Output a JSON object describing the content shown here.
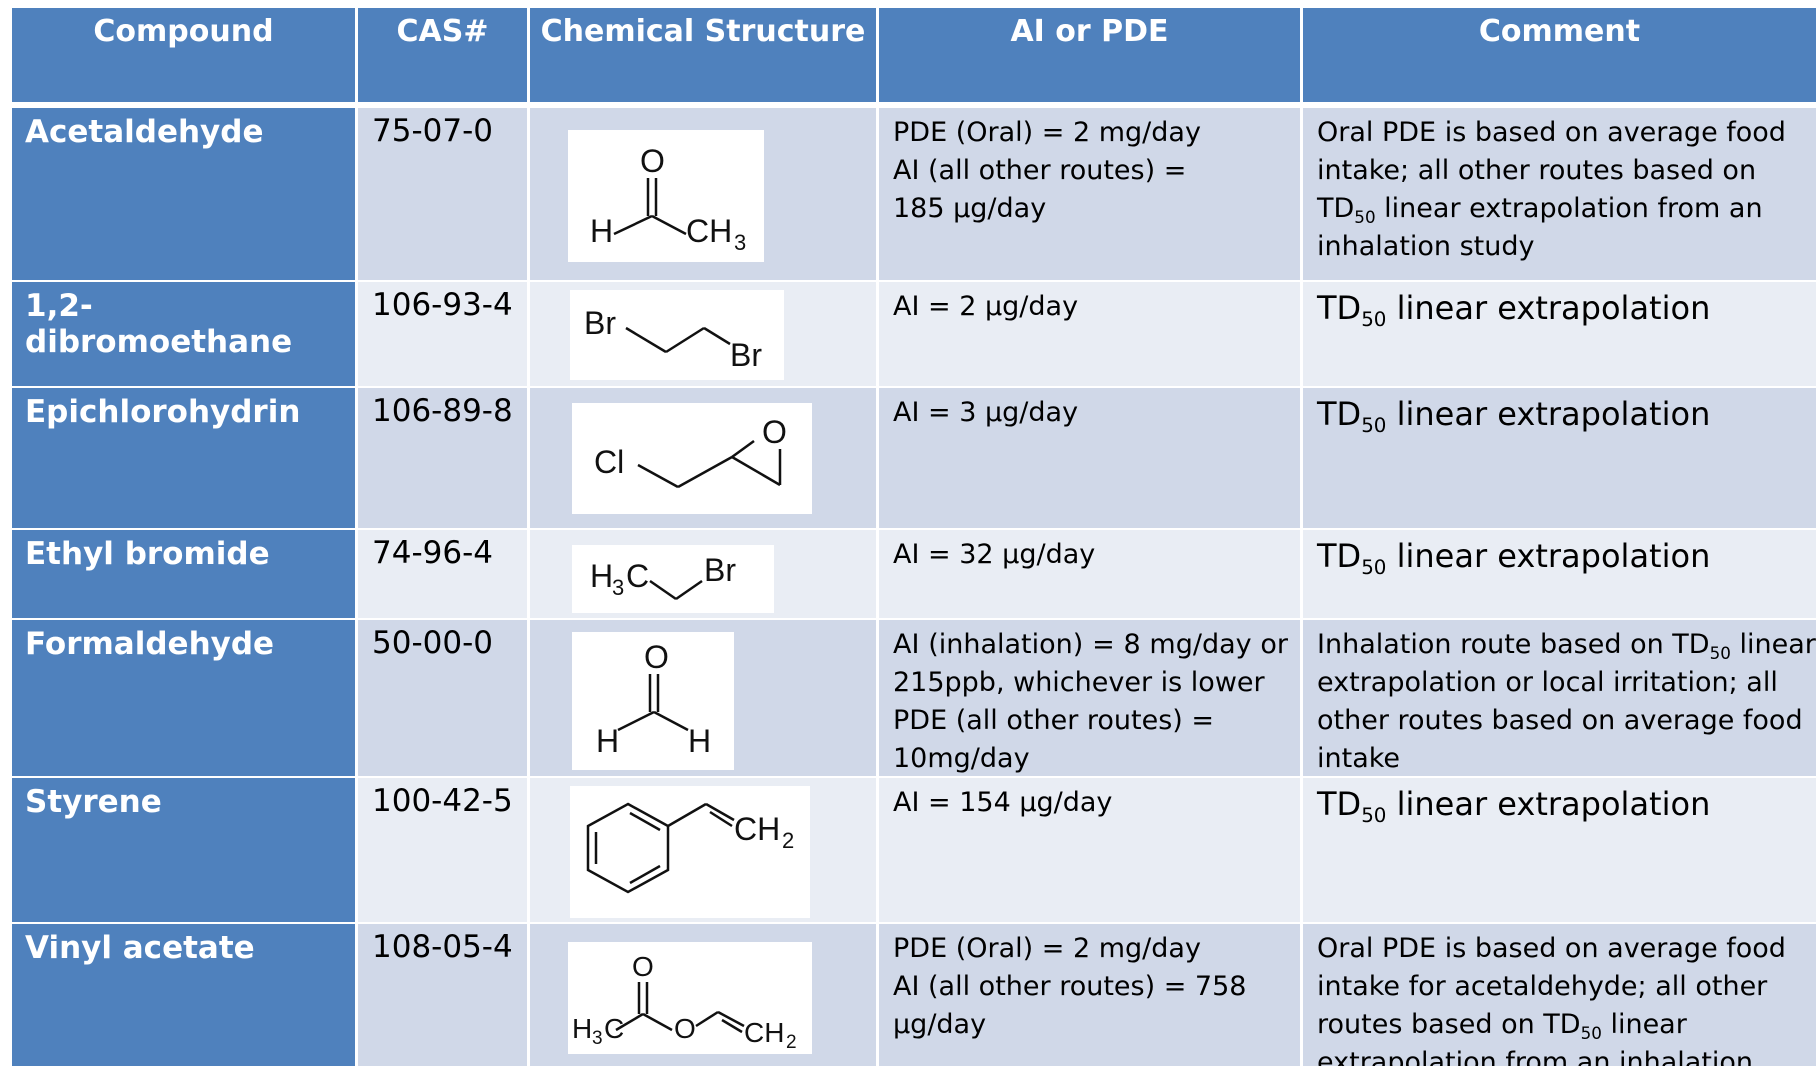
{
  "headers": {
    "compound": "Compound",
    "cas": "CAS#",
    "structure": "Chemical Structure",
    "ai_pde": "AI or PDE",
    "comment": "Comment"
  },
  "sub50": "50",
  "td": "TD",
  "rows": [
    {
      "compound": "Acetaldehyde",
      "cas": "75-07-0",
      "ai_lines": [
        "PDE (Oral) = 2 mg/day",
        "AI (all other routes) =",
        "185 µg/day"
      ],
      "comment_a": "Oral PDE is based on average food intake; all other routes based on TD",
      "comment_b": " linear extrapolation from an inhalation study",
      "atoms": {
        "o": "O",
        "h": "H",
        "ch": "CH",
        "n3": "3"
      }
    },
    {
      "compound": "1,2-dibromoethane",
      "cas": "106-93-4",
      "ai_lines": [
        "AI = 2 µg/day"
      ],
      "comment_b": " linear extrapolation",
      "atoms": {
        "br1": "Br",
        "br2": "Br"
      }
    },
    {
      "compound": "Epichlorohydrin",
      "cas": "106-89-8",
      "ai_lines": [
        "AI = 3 µg/day"
      ],
      "comment_b": " linear extrapolation",
      "atoms": {
        "cl": "Cl",
        "o": "O"
      }
    },
    {
      "compound": "Ethyl bromide",
      "cas": "74-96-4",
      "ai_lines": [
        "AI = 32 µg/day"
      ],
      "comment_b": " linear extrapolation",
      "atoms": {
        "h3c": "H",
        "n3": "3",
        "c": "C",
        "br": "Br"
      }
    },
    {
      "compound": "Formaldehyde",
      "cas": "50-00-0",
      "ai_lines": [
        "AI (inhalation) = 8 mg/day or",
        "215ppb, whichever is lower",
        "PDE (all other routes) =",
        "10mg/day"
      ],
      "comment_a": "Inhalation route based on TD",
      "comment_b": " linear extrapolation or local irritation; all other routes based on average food intake",
      "atoms": {
        "o": "O",
        "h1": "H",
        "h2": "H"
      }
    },
    {
      "compound": "Styrene",
      "cas": "100-42-5",
      "ai_lines": [
        "AI = 154 µg/day"
      ],
      "comment_b": " linear extrapolation",
      "atoms": {
        "ch": "CH",
        "n2": "2"
      }
    },
    {
      "compound": "Vinyl acetate",
      "cas": "108-05-4",
      "ai_lines": [
        "PDE (Oral) = 2 mg/day",
        "AI (all other routes) = 758",
        "µg/day"
      ],
      "comment_a": "Oral PDE is based on average food intake for acetaldehyde; all other routes based on TD",
      "comment_b": " linear extrapolation from an inhalation study",
      "atoms": {
        "h": "H",
        "n3": "3",
        "c": "C",
        "o1": "O",
        "o2": "O",
        "ch": "CH",
        "n2": "2"
      }
    }
  ]
}
